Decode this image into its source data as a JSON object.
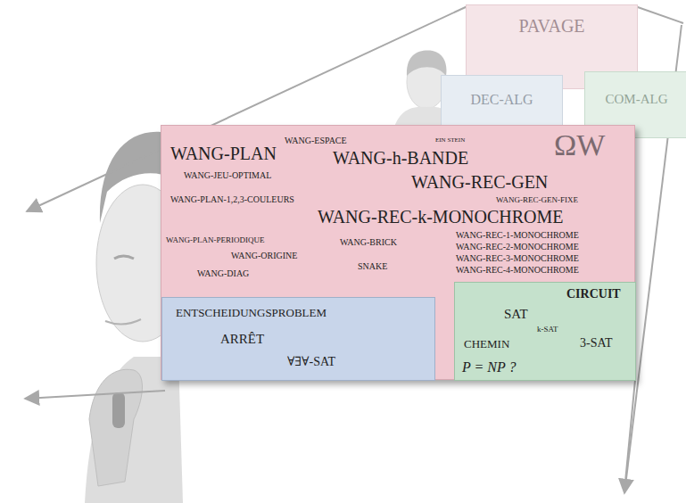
{
  "diagram": {
    "nodes": [
      {
        "text": [
          "PAVAGE"
        ]
      },
      {
        "text": [
          "DEC-ALG"
        ]
      },
      {
        "text": [
          "COM-ALG"
        ]
      },
      {
        "text": [
          "WANG-ESPACE",
          "EIN STEIN",
          "ΩW",
          "WANG-PLAN",
          "WANG-h-BANDE",
          "WANG-JEU-OPTIMAL",
          "WANG-REC-GEN",
          "WANG-PLAN-1,2,3-COULEURS",
          "WANG-REC-GEN-FIXE",
          "WANG-REC-k-MONOCHROME",
          "WANG-PLAN-PERIODIQUE",
          "WANG-BRICK",
          "WANG-REC-1-MONOCHROME",
          "WANG-ORIGINE",
          "WANG-REC-2-MONOCHROME",
          "SNAKE",
          "WANG-REC-3-MONOCHROME",
          "WANG-DIAG",
          "WANG-REC-4-MONOCHROME"
        ]
      },
      {
        "text": [
          "ENTSCHEIDUNGSPROBLEM",
          "ARRÊT",
          "∀∃∀-SAT"
        ],
        "in": 3
      },
      {
        "text": [
          "CIRCUIT",
          "SAT",
          "k-SAT",
          "CHEMIN",
          "3-SAT",
          "P = NP ?"
        ],
        "in": 3
      }
    ]
  }
}
